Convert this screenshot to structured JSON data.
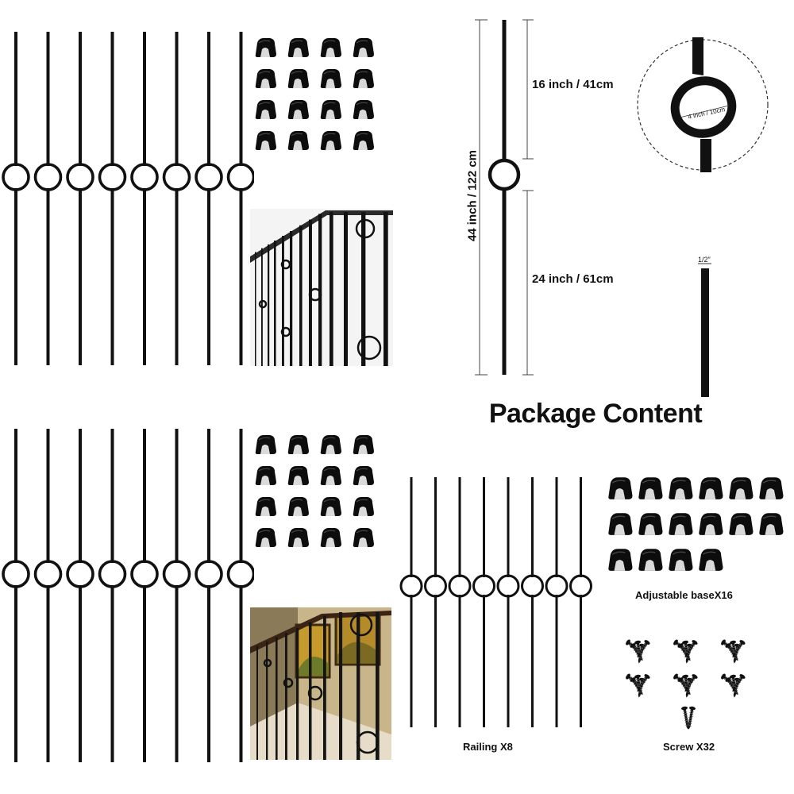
{
  "package_title": "Package Content",
  "dimensions": {
    "total_height": "44 inch / 122 cm",
    "upper_length": "16 inch / 41cm",
    "lower_length": "24 inch / 61cm",
    "ring_diameter": "4 inch / 10cm",
    "bar_width": "1/2\""
  },
  "captions": {
    "railing": "Railing X8",
    "adjustable_base": "Adjustable baseX16",
    "screw": "Screw X32"
  },
  "colors": {
    "metal": "#111111",
    "background": "#ffffff"
  }
}
